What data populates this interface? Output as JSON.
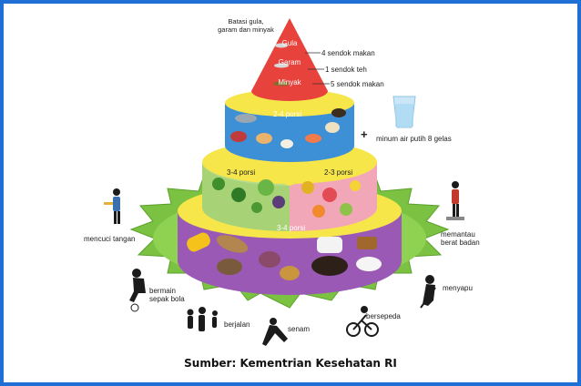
{
  "top_note": "Batasi gula,\ngaram dan minyak",
  "peak": {
    "items": [
      {
        "name": "Gula",
        "amount": "4 sendok makan"
      },
      {
        "name": "Garam",
        "amount": "1 sendok teh"
      },
      {
        "name": "Minyak",
        "amount": "5 sendok makan"
      }
    ]
  },
  "tiers": {
    "protein_portion": "2-4 porsi",
    "vegetable_portion": "3-4 porsi",
    "fruit_portion": "2-3 porsi",
    "staple_portion": "3-4 porsi"
  },
  "water_note": "minum air putih 8 gelas",
  "plus_sign": "+",
  "activities": {
    "wash_hands": "mencuci tangan",
    "monitor_weight": "memantau\nberat badan",
    "football": "bermain\nsepak bola",
    "sweep": "menyapu",
    "walk": "berjalan",
    "exercise": "senam",
    "cycle": "bersepeda"
  },
  "source": "Sumber: Kementrian Kesehatan RI",
  "colors": {
    "border": "#1f6fd6",
    "star": "#7cc242",
    "star_dark": "#5aa02c",
    "base_tier": "#9b59b6",
    "veg_tier": "#b8dc8c",
    "fruit_tier": "#f2a7b8",
    "protein_tier": "#3d8fd6",
    "top_tier": "#f6e64a",
    "peak": "#e8423c"
  }
}
